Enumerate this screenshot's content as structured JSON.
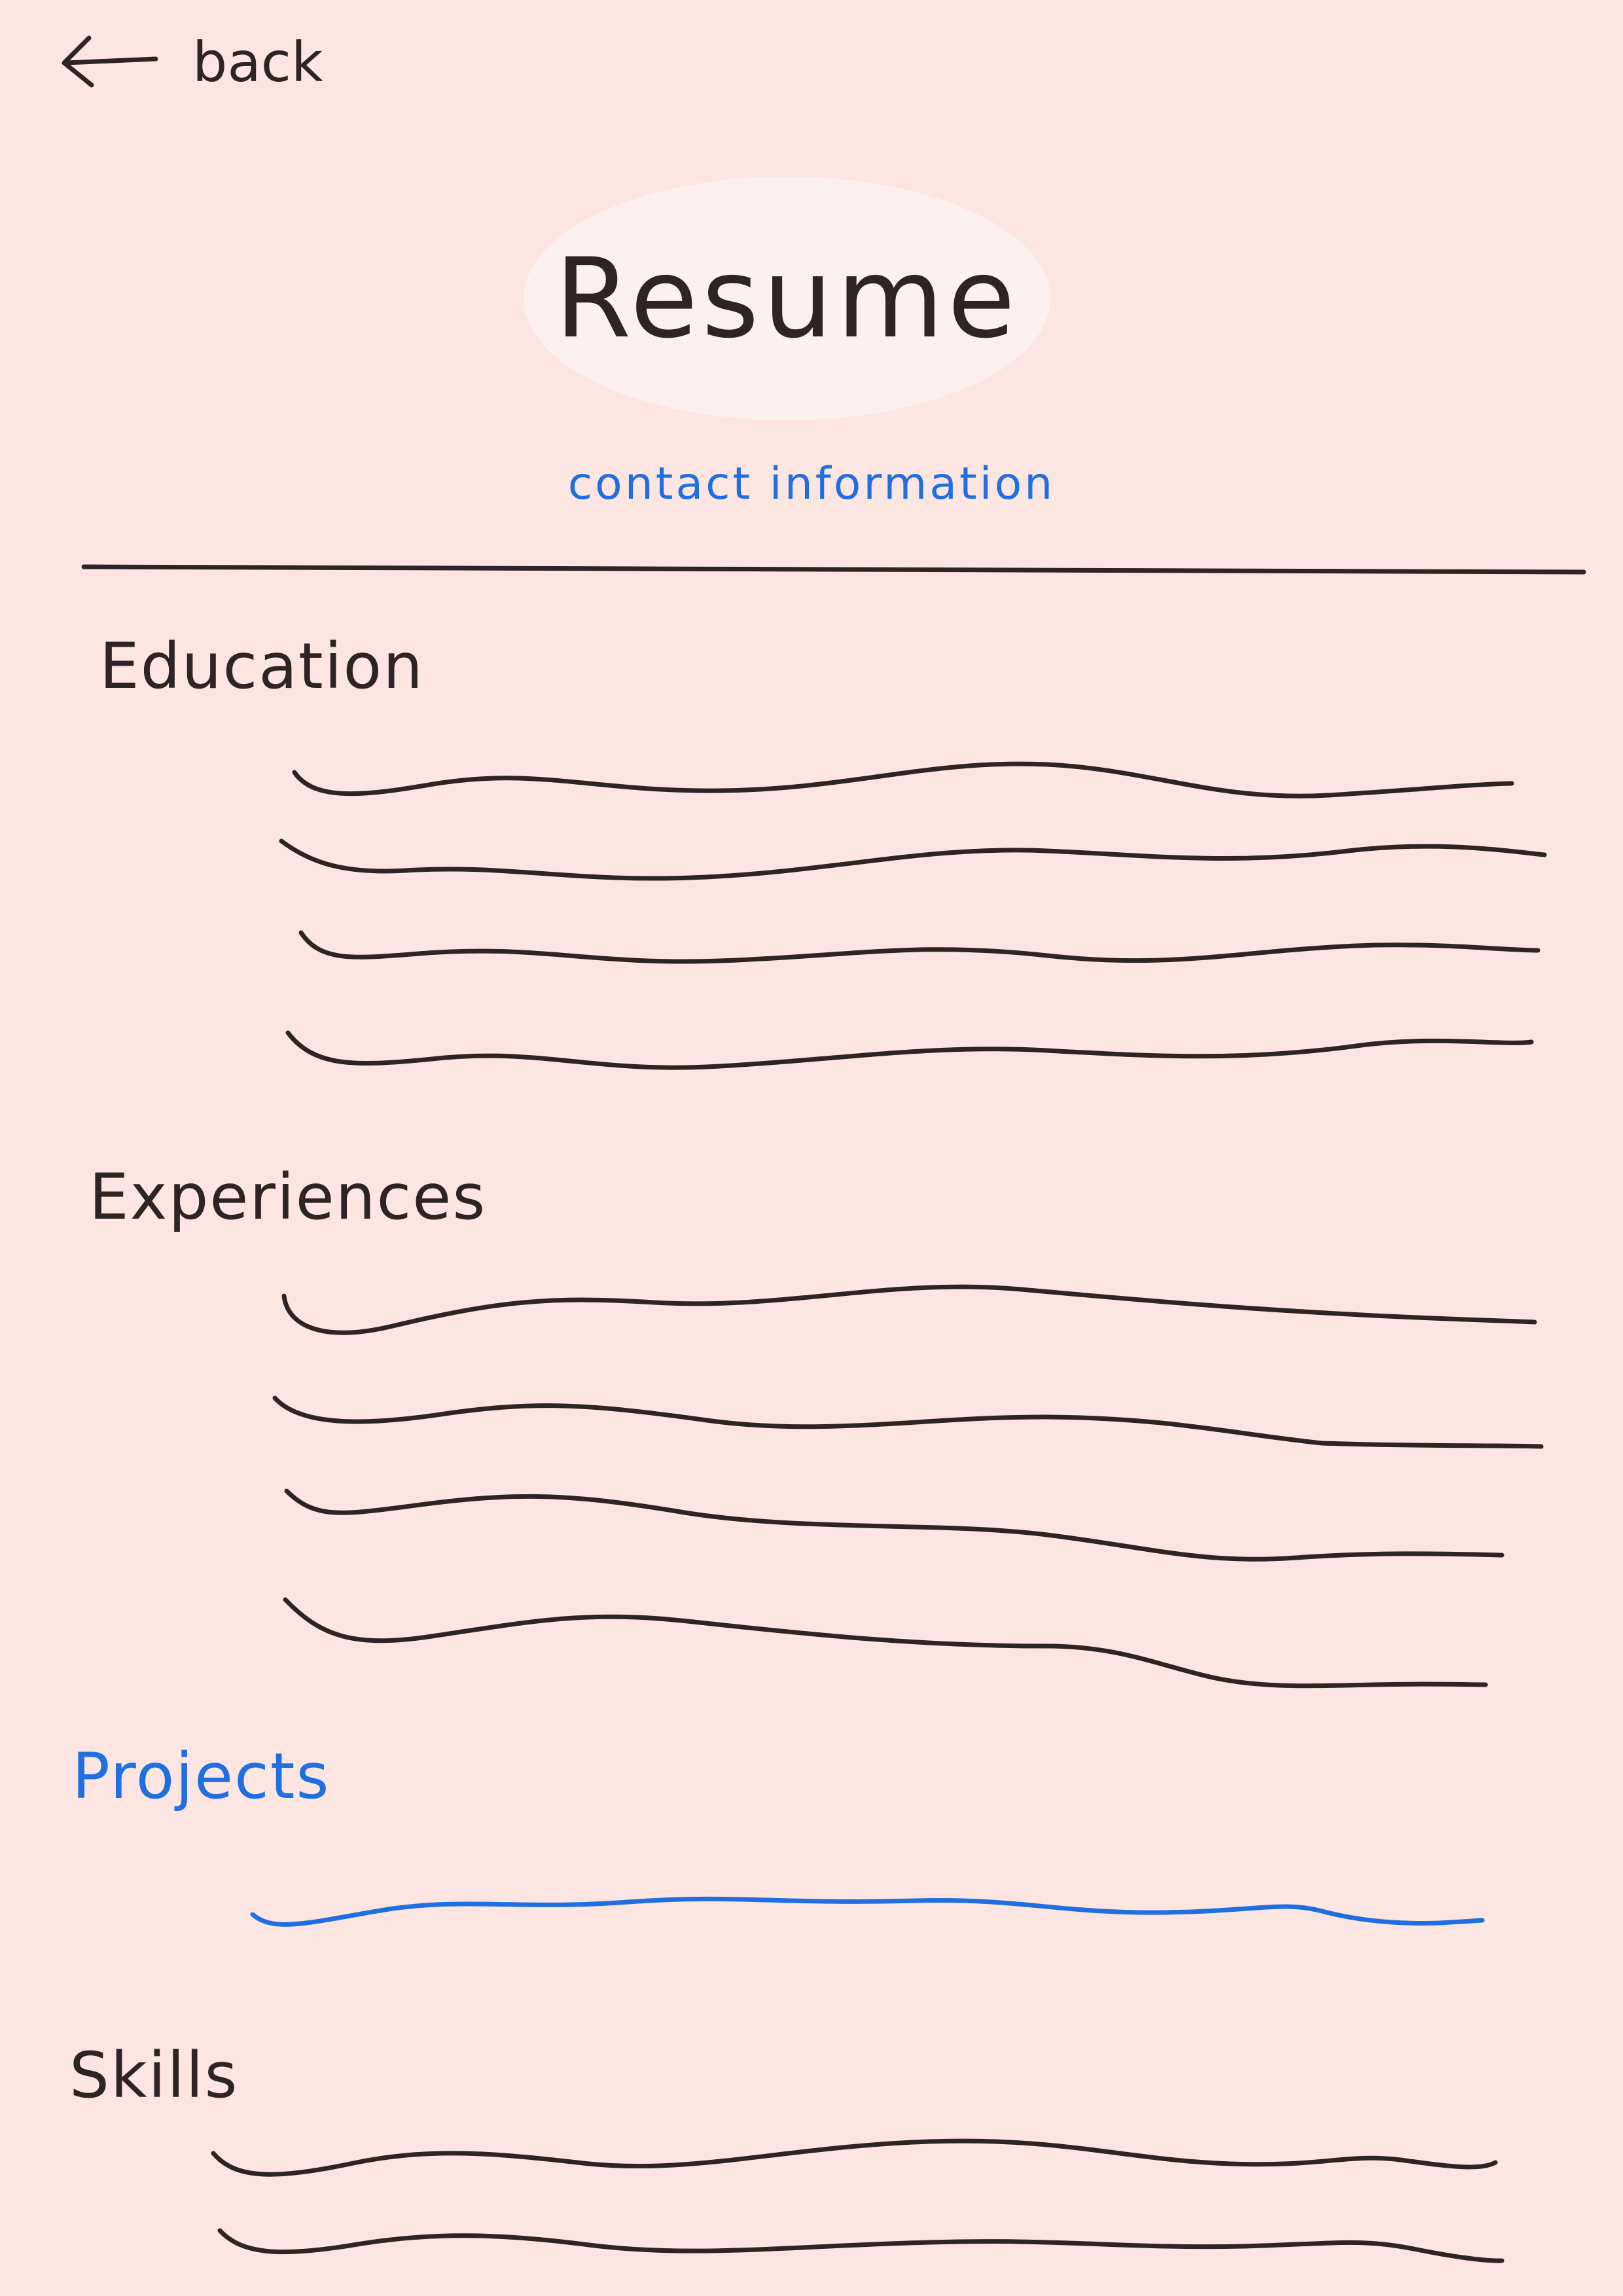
{
  "nav": {
    "back_label": "back"
  },
  "header": {
    "title": "Resume",
    "contact_label": "contact information"
  },
  "sections": {
    "education": {
      "heading": "Education"
    },
    "experiences": {
      "heading": "Experiences"
    },
    "projects": {
      "heading": "Projects"
    },
    "skills": {
      "heading": "Skills"
    }
  },
  "colors": {
    "background": "#fde6e2",
    "title_pill": "#fdf1ef",
    "ink": "#2f2424",
    "link_blue": "#1f6fe0"
  },
  "icons": {
    "back": "left-arrow-icon"
  }
}
